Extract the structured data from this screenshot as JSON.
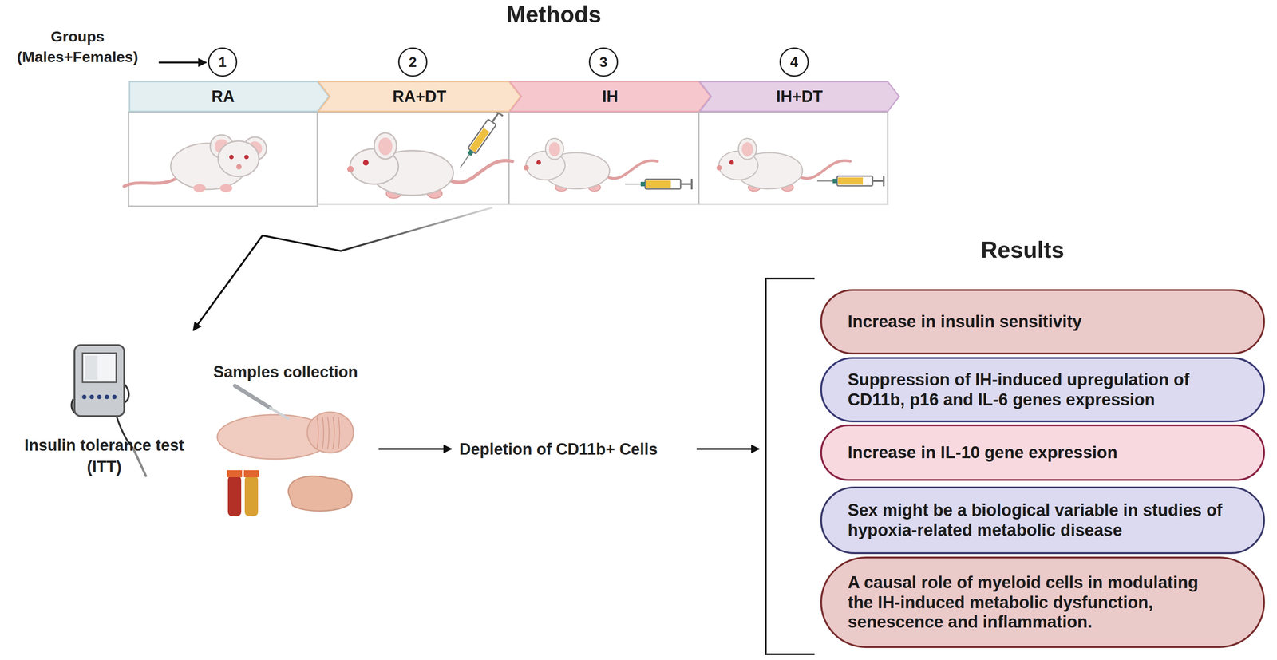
{
  "diagram": {
    "title": "Methods",
    "nodes": [
      {
        "text": [
          "1"
        ]
      },
      {
        "text": [
          "2"
        ]
      },
      {
        "text": [
          "3"
        ]
      },
      {
        "text": [
          "4"
        ]
      },
      {
        "text": [
          "RA"
        ]
      },
      {
        "text": [
          "RA+DT"
        ]
      },
      {
        "text": [
          "IH"
        ]
      },
      {
        "text": [
          "IH+DT"
        ]
      },
      {
        "text": [
          "Increase in insulin sensitivity"
        ]
      },
      {
        "text": [
          "Suppression of IH-induced upregulation of CD11b, p16 and IL-6 genes expression"
        ]
      },
      {
        "text": [
          "Increase in IL-10 gene expression"
        ]
      },
      {
        "text": [
          "Sex might be a biological variable in studies of hypoxia-related metabolic disease"
        ]
      },
      {
        "text": [
          "A causal role of myeloid cells in modulating the IH-induced metabolic dysfunction, senescence and inflammation."
        ]
      }
    ],
    "labels": [
      "Groups (Males+Females)",
      "Insulin tolerance test (ITT)",
      "Samples collection",
      "Depletion of CD11b+ Cells",
      "Results"
    ]
  }
}
